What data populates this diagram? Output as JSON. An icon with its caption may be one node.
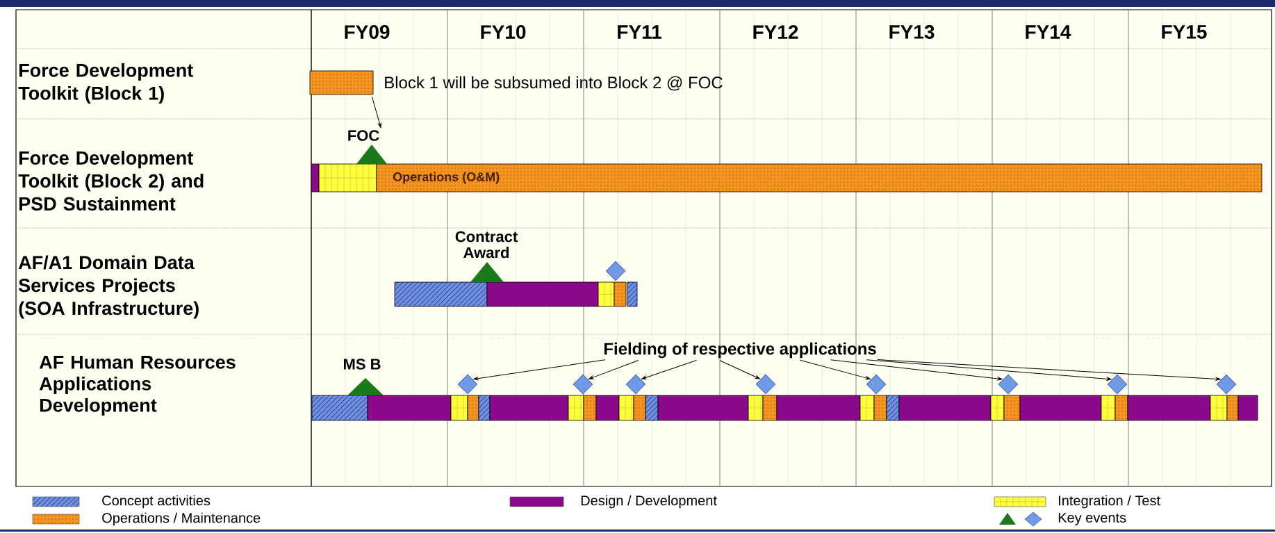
{
  "diagram": {
    "nodes": [
      {
        "text": [],
        "shape": "bar"
      },
      {
        "text": [
          "FOC"
        ]
      },
      {
        "text": [],
        "shape": "diamond"
      },
      {
        "text": [
          "Fielding of respective applications"
        ]
      },
      {
        "text": [],
        "shape": "diamond"
      },
      {
        "text": [],
        "shape": "diamond"
      },
      {
        "text": [],
        "shape": "diamond"
      },
      {
        "text": [],
        "shape": "diamond"
      },
      {
        "text": [],
        "shape": "diamond"
      },
      {
        "text": [],
        "shape": "diamond"
      },
      {
        "text": [],
        "shape": "diamond"
      },
      {
        "text": [],
        "shape": "diamond"
      }
    ],
    "edges": [
      {
        "from": 0,
        "to": 1,
        "arrow": "to"
      },
      {
        "from": 3,
        "to": 4,
        "arrow": "to"
      },
      {
        "from": 3,
        "to": 5,
        "arrow": "to"
      },
      {
        "from": 3,
        "to": 6,
        "arrow": "to"
      },
      {
        "from": 3,
        "to": 7,
        "arrow": "to"
      },
      {
        "from": 3,
        "to": 8,
        "arrow": "to"
      },
      {
        "from": 3,
        "to": 9,
        "arrow": "to"
      },
      {
        "from": 3,
        "to": 10,
        "arrow": "to"
      },
      {
        "from": 3,
        "to": 11,
        "arrow": "to"
      }
    ],
    "labels": [
      "FY09",
      "FY10",
      "FY11",
      "FY12",
      "FY13",
      "FY14",
      "FY15",
      "Force Development Toolkit (Block 1)",
      "Block 1 will be subsumed into Block 2 @ FOC",
      "Force Development Toolkit (Block 2) and PSD Sustainment",
      "Operations (O&M)",
      "Contract Award",
      "AF/A1 Domain Data Services Projects (SOA Infrastructure)",
      "AF Human Resources Applications Development",
      "MS B"
    ],
    "legend": [
      {
        "text": "Concept activities",
        "color": "#6f8fe0"
      },
      {
        "text": "Design / Development",
        "color": "#8b0a8c"
      },
      {
        "text": "Integration / Test",
        "color": "#ffff3c"
      },
      {
        "text": "Operations / Maintenance",
        "color": "#f7941d"
      },
      {
        "text": "Key events"
      }
    ]
  }
}
